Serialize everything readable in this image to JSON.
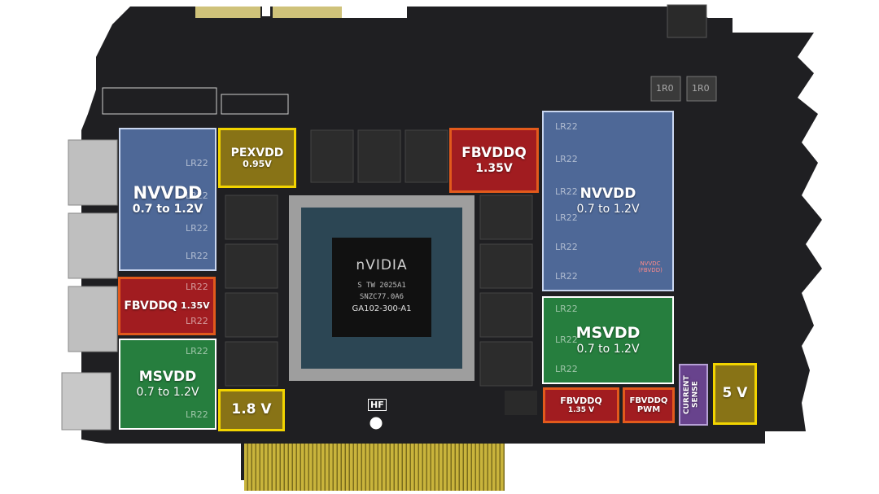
{
  "die": {
    "brand": "nVIDIA",
    "line1": "S TW 2025A1",
    "line2": "SNZC77.0A6",
    "model": "GA102-300-A1"
  },
  "pcb_marks": {
    "hf": "HF",
    "inductor_a": "1R0",
    "inductor_b": "1R0",
    "nvvdc_note": "NVVDC (FBVDD)"
  },
  "inductor_code": "LR22",
  "regions": {
    "nvvdd_left": {
      "name": "NVVDD",
      "voltage": "0.7 to 1.2V"
    },
    "pexvdd": {
      "name": "PEXVDD",
      "voltage": "0.95V"
    },
    "fbvddq_top": {
      "name": "FBVDDQ",
      "voltage": "1.35V"
    },
    "nvvdd_right": {
      "name": "NVVDD",
      "voltage": "0.7 to 1.2V"
    },
    "fbvddq_left": {
      "name": "FBVDDQ",
      "voltage": "1.35V"
    },
    "msvdd_left": {
      "name": "MSVDD",
      "voltage": "0.7 to 1.2V"
    },
    "v18": {
      "name": "1.8 V"
    },
    "msvdd_right": {
      "name": "MSVDD",
      "voltage": "0.7 to 1.2V"
    },
    "fbvddq_bottom": {
      "name": "FBVDDQ",
      "voltage": "1.35 V"
    },
    "fbvddq_pwm": {
      "name": "FBVDDQ",
      "voltage": "PWM"
    },
    "current_sense": {
      "name": "CURRENT SENSE"
    },
    "v5": {
      "name": "5 V"
    }
  }
}
